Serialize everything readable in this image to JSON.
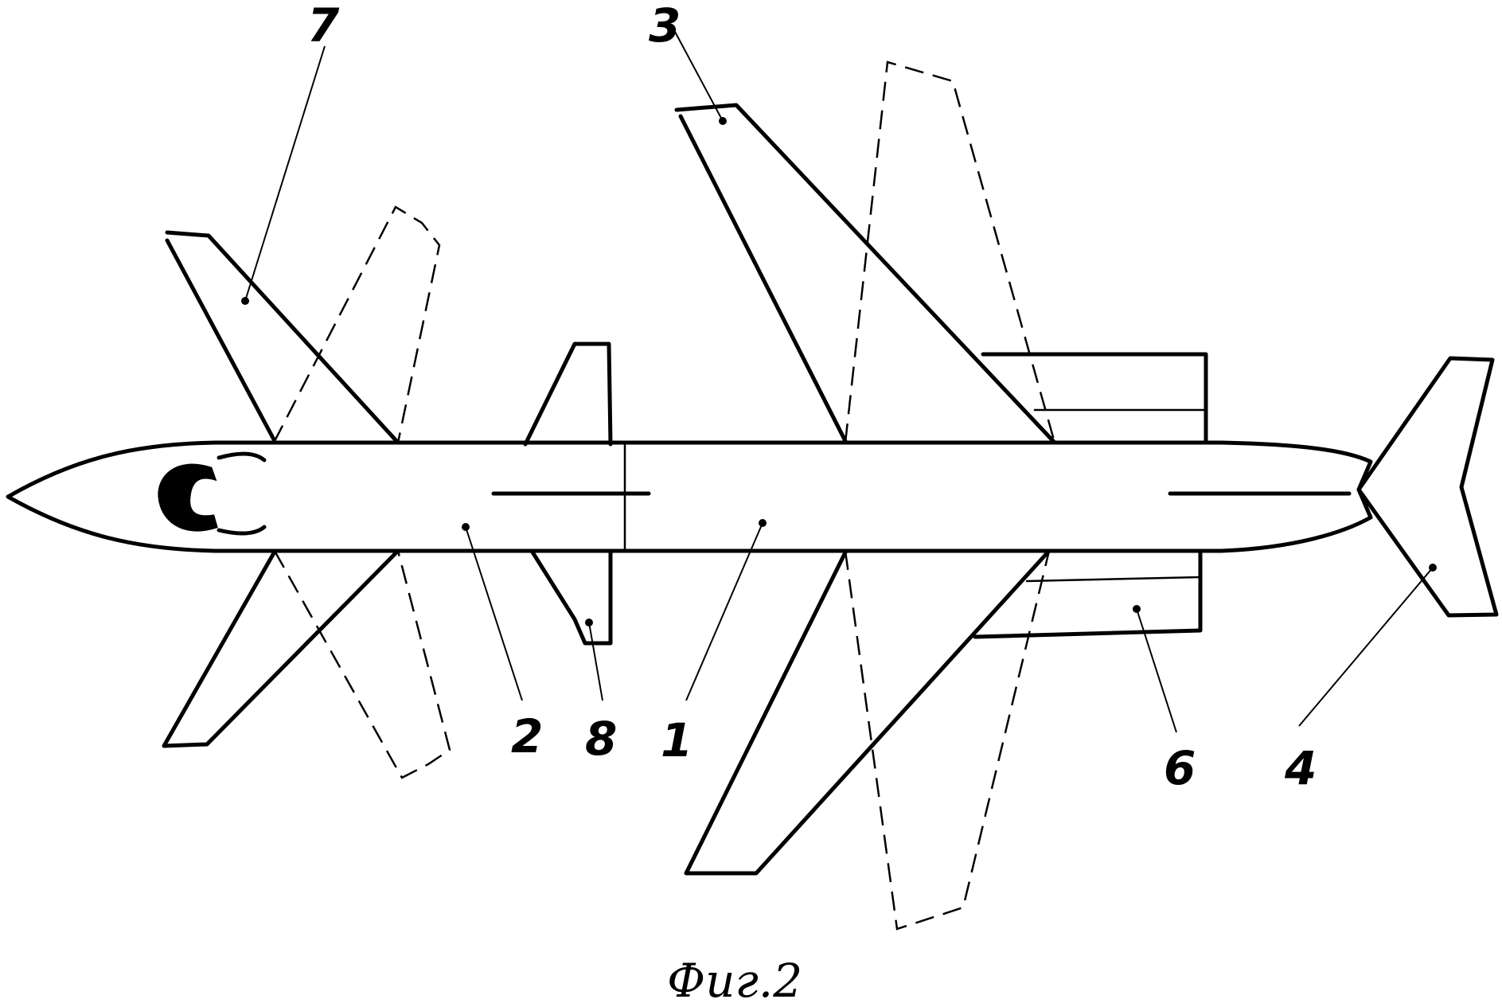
{
  "figure": {
    "caption": "Фиг.2",
    "labels": {
      "fuselage": "1",
      "nose_section": "2",
      "main_wing": "3",
      "tail_fin": "4",
      "nacelle": "6",
      "canard": "7",
      "mid_fin": "8"
    }
  }
}
